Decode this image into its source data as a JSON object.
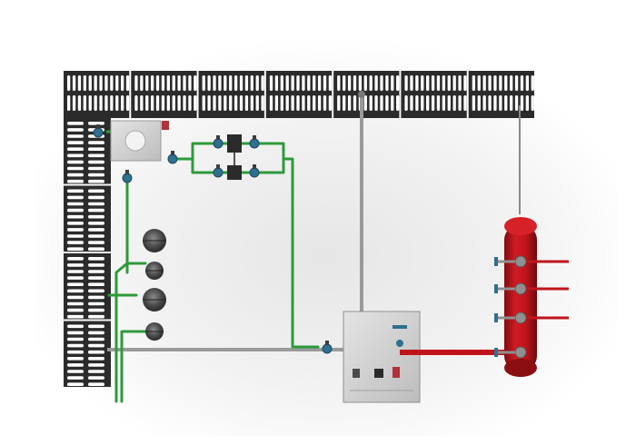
{
  "scene": {
    "kind": "3D render of a piping skid (top view)",
    "background": "#ffffff",
    "colors": {
      "grating": "#2b2b2b",
      "grating_slot": "#ffffff",
      "green_pipe": "#2e9a3a",
      "gray_pipe": "#9a9a9a",
      "red_pipe": "#c0141b",
      "tank_red": "#b5141a",
      "panel_gray": "#d2d2d2",
      "valve_blue": "#2f6f8f",
      "pump_dark": "#4a4a4a"
    },
    "components": {
      "grating_top_panels": 7,
      "grating_left_panels": 4,
      "pumps": 4,
      "tank_nozzles": 4,
      "valve_icon": "valve-icon",
      "pump_icon": "pump-icon",
      "tank_icon": "tank-icon",
      "gauge_icon": "gauge-icon"
    }
  }
}
